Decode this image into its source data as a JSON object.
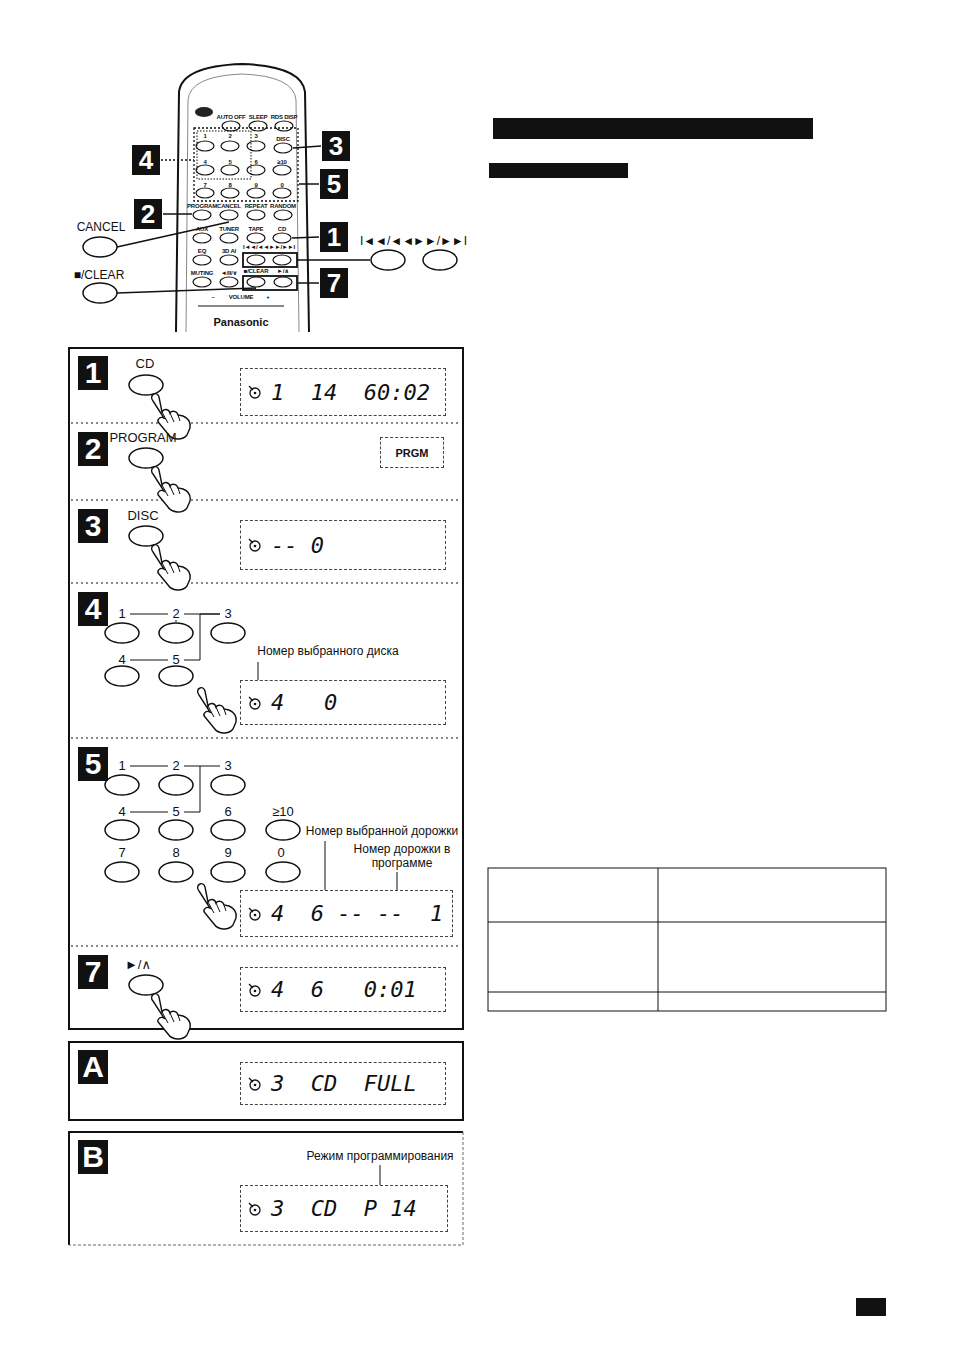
{
  "diagram": {
    "nodes": [
      {
        "text": [
          "1"
        ]
      },
      {
        "text": [
          "1  14  60:02"
        ],
        "in": 0
      },
      {
        "text": [
          "2"
        ]
      },
      {
        "text": [
          "PRGM"
        ],
        "in": 2
      },
      {
        "text": [
          "3"
        ]
      },
      {
        "text": [
          "-- 0"
        ],
        "in": 4
      },
      {
        "text": [
          "4"
        ]
      },
      {
        "text": [
          "4   0"
        ],
        "in": 6
      },
      {
        "text": [
          "5"
        ]
      },
      {
        "text": [
          "4  6 -- --  1"
        ],
        "in": 8
      },
      {
        "text": [
          "7"
        ]
      },
      {
        "text": [
          "4  6   0:01"
        ],
        "in": 10
      },
      {
        "text": [
          "A"
        ]
      },
      {
        "text": [
          "3  CD  FULL"
        ],
        "in": 12
      },
      {
        "text": [
          "B"
        ]
      },
      {
        "text": [
          "3  CD  P 14"
        ],
        "in": 14
      }
    ],
    "labels": [
      "AUTO OFF",
      "SLEEP",
      "RDS DISP",
      "1",
      "2",
      "3",
      "DISC",
      "4",
      "5",
      "6",
      "≥10",
      "7",
      "8",
      "9",
      "0",
      "PROGRAM",
      "CANCEL",
      "REPEAT",
      "RANDOM",
      "AUX",
      "TUNER",
      "TAPE",
      "CD",
      "EQ",
      "3D AI",
      "I◄◄/◄◄",
      "►►/►►I",
      "MUTING",
      "◄/II/∨",
      "■/CLEAR",
      "►/∧",
      "–",
      "VOLUME",
      "+",
      "Panasonic",
      "4",
      "3",
      "2",
      "5",
      "1",
      "7",
      "CANCEL",
      "■/CLEAR",
      "I◄◄/◄◄",
      "►►/►►I",
      "CD",
      "PROGRAM",
      "DISC",
      "1",
      "2",
      "3",
      "4",
      "5",
      "Номер выбранного диска",
      "1",
      "2",
      "3",
      "4",
      "5",
      "6",
      "≥10",
      "7",
      "8",
      "9",
      "0",
      "Номер выбранной дорожки",
      "Номер дорожки в программе",
      "►/∧",
      "Режим программирования"
    ]
  }
}
